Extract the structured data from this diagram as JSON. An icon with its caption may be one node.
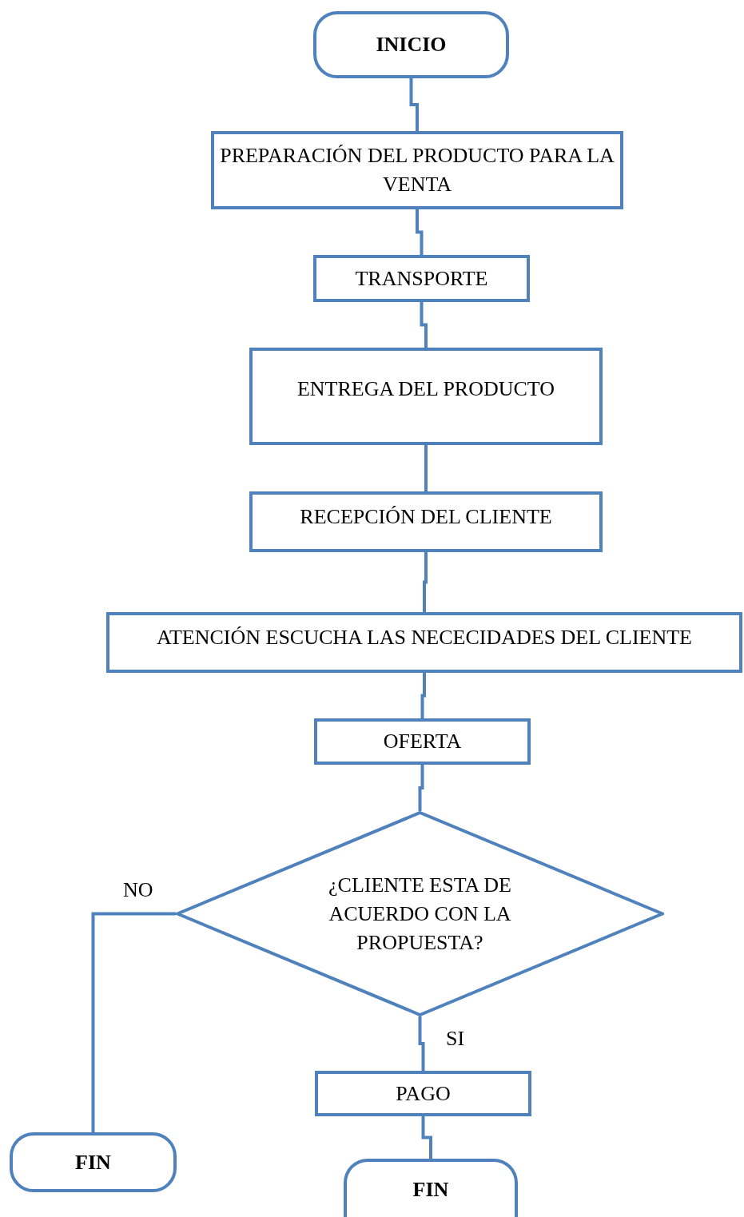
{
  "diagram": {
    "nodes": [
      {
        "text": [
          "INICIO"
        ]
      },
      {
        "text": [
          "PREPARACIÓN DEL PRODUCTO PARA LA VENTA"
        ]
      },
      {
        "text": [
          "TRANSPORTE"
        ]
      },
      {
        "text": [
          "ENTREGA DEL PRODUCTO"
        ]
      },
      {
        "text": [
          "RECEPCIÓN DEL CLIENTE"
        ]
      },
      {
        "text": [
          "ATENCIÓN ESCUCHA LAS NECECIDADES DEL CLIENTE"
        ]
      },
      {
        "text": [
          "OFERTA"
        ]
      },
      {
        "text": [
          "¿CLIENTE ESTA DE ACUERDO CON LA PROPUESTA?"
        ]
      },
      {
        "text": [
          "PAGO"
        ]
      },
      {
        "text": [
          "FIN"
        ]
      },
      {
        "text": [
          "FIN"
        ]
      }
    ],
    "edges": [
      {
        "from": 0,
        "to": 1,
        "arrow": "none"
      },
      {
        "from": 1,
        "to": 2,
        "arrow": "none"
      },
      {
        "from": 2,
        "to": 3,
        "arrow": "none"
      },
      {
        "from": 3,
        "to": 4,
        "arrow": "none"
      },
      {
        "from": 4,
        "to": 5,
        "arrow": "none"
      },
      {
        "from": 5,
        "to": 6,
        "arrow": "none"
      },
      {
        "from": 6,
        "to": 7,
        "arrow": "none"
      },
      {
        "from": 7,
        "to": 8,
        "arrow": "none",
        "label": "SI"
      },
      {
        "from": 8,
        "to": 10,
        "arrow": "none"
      },
      {
        "from": 7,
        "to": 9,
        "arrow": "none",
        "label": "NO"
      }
    ]
  }
}
